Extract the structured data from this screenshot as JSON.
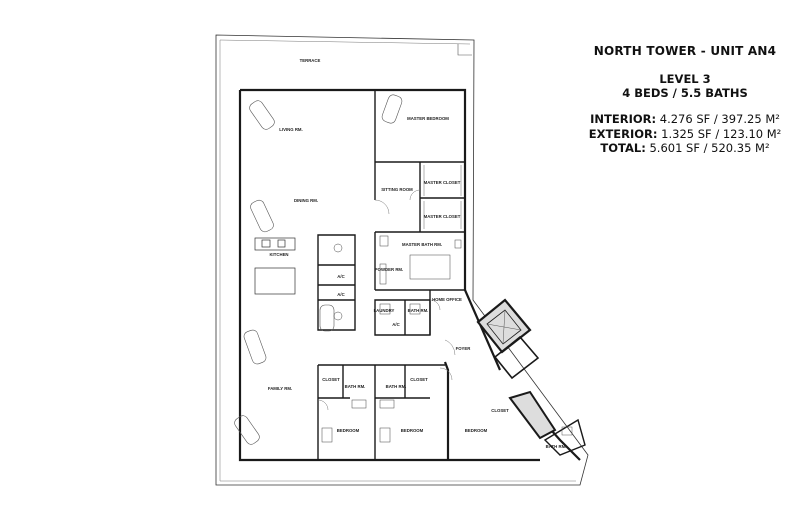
{
  "header": {
    "title": "NORTH TOWER - UNIT AN4",
    "level": "LEVEL 3",
    "beds_baths": "4 BEDS / 5.5 BATHS"
  },
  "areas": {
    "interior_label": "INTERIOR:",
    "interior_value": "4.276 SF / 397.25 M²",
    "exterior_label": "EXTERIOR:",
    "exterior_value": "1.325 SF / 123.10 M²",
    "total_label": "TOTAL:",
    "total_value": "5.601 SF / 520.35 M²"
  },
  "rooms": {
    "terrace": "TERRACE",
    "living": "LIVING RM.",
    "dining": "DINING RM.",
    "kitchen": "KITCHEN",
    "family": "FAMILY RM.",
    "master_bedroom": "MASTER BEDROOM",
    "sitting_room": "SITTING ROOM",
    "master_closet_1": "MASTER CLOSET",
    "master_closet_2": "MASTER CLOSET",
    "master_bath": "MASTER BATH RM.",
    "powder": "POWDER RM.",
    "ac_1": "A/C",
    "ac_2": "A/C",
    "ac_3": "A/C",
    "laundry": "LAUNDRY",
    "bath_1": "BATH RM.",
    "home_office": "HOME OFFICE",
    "foyer": "FOYER",
    "closet_1": "CLOSET",
    "bath_2": "BATH RM.",
    "bath_3": "BATH RM.",
    "closet_2": "CLOSET",
    "bedroom_1": "BEDROOM",
    "bedroom_2": "BEDROOM",
    "bedroom_3": "BEDROOM",
    "closet_3": "CLOSET",
    "bath_4": "BATH RM."
  }
}
